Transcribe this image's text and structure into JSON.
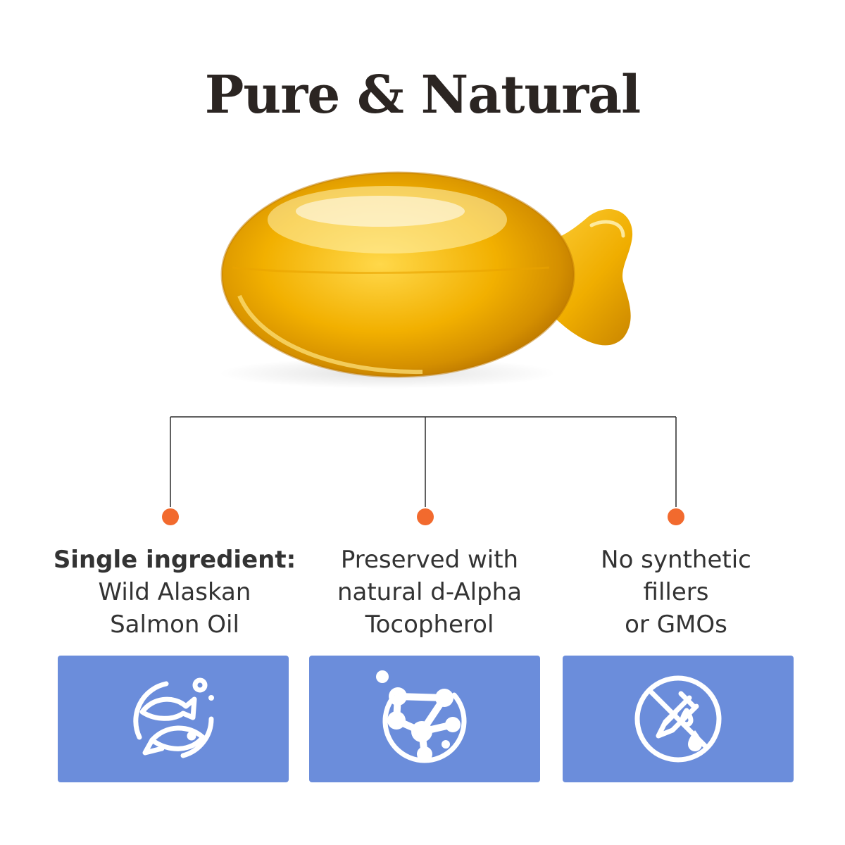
{
  "title": "Pure & Natural",
  "colors": {
    "title": "#2b2522",
    "accent_dot": "#f26a2e",
    "card_background": "#6b8ddb",
    "capsule_gold": "#f2b000",
    "text": "#333333"
  },
  "image": {
    "subject": "fish-shaped-softgel-capsule"
  },
  "features": [
    {
      "heading": "Single ingredient:",
      "lines": [
        "Wild Alaskan",
        "Salmon Oil"
      ],
      "icon": "fish-icon"
    },
    {
      "heading": "",
      "lines": [
        "Preserved with",
        "natural d-Alpha",
        "Tocopherol"
      ],
      "icon": "molecule-icon"
    },
    {
      "heading": "",
      "lines": [
        "No synthetic",
        "fillers",
        "or GMOs"
      ],
      "icon": "no-chemicals-icon"
    }
  ]
}
